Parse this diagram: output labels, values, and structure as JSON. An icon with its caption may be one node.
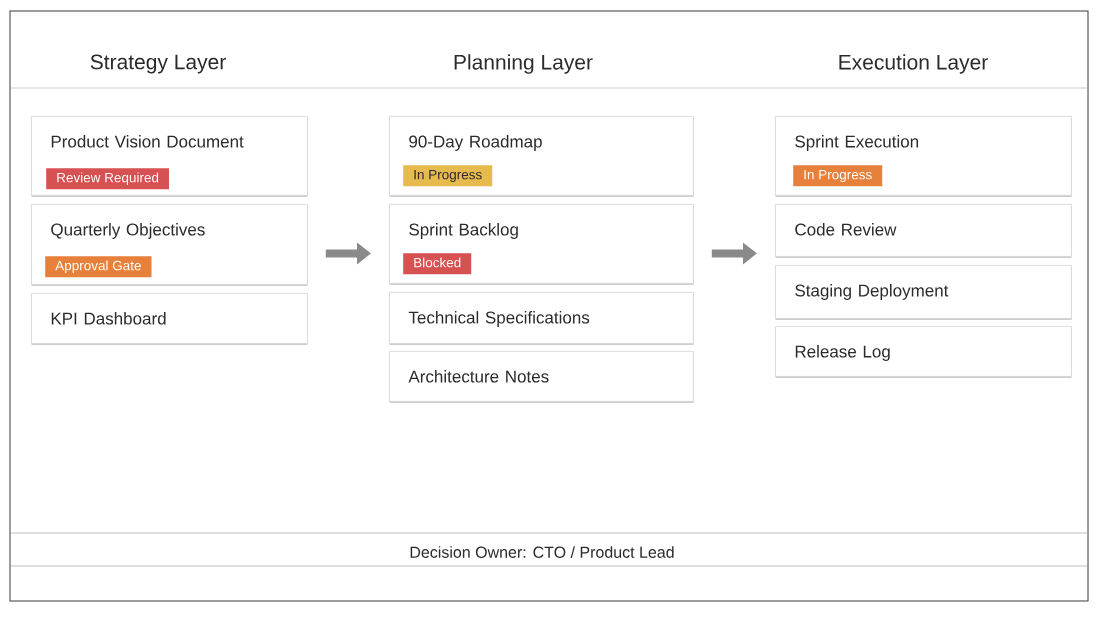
{
  "diagram": {
    "nodes": [
      {
        "text": [
          "Product Vision Document"
        ]
      },
      {
        "text": [
          "Review Required"
        ],
        "in": 0
      },
      {
        "text": [
          "Quarterly Objectives"
        ]
      },
      {
        "text": [
          "Approval Gate"
        ],
        "in": 2
      },
      {
        "text": [
          "KPI Dashboard"
        ]
      },
      {
        "text": [
          "90-Day Roadmap"
        ]
      },
      {
        "text": [
          "In Progress"
        ],
        "in": 5
      },
      {
        "text": [
          "Sprint Backlog"
        ]
      },
      {
        "text": [
          "Blocked"
        ],
        "in": 7
      },
      {
        "text": [
          "Technical Specifications"
        ]
      },
      {
        "text": [
          "Architecture Notes"
        ]
      },
      {
        "text": [
          "Sprint Execution"
        ]
      },
      {
        "text": [
          "In Progress"
        ],
        "in": 11
      },
      {
        "text": [
          "Code Review"
        ]
      },
      {
        "text": [
          "Staging Deployment"
        ]
      },
      {
        "text": [
          "Release Log"
        ]
      }
    ],
    "edges": [
      {
        "from": 2,
        "to": 7,
        "arrow": "to"
      },
      {
        "from": 7,
        "to": 13,
        "arrow": "to"
      }
    ],
    "labels": [
      "Strategy Layer",
      "Planning Layer",
      "Execution Layer",
      "Decision Owner: CTO / Product Lead"
    ]
  }
}
